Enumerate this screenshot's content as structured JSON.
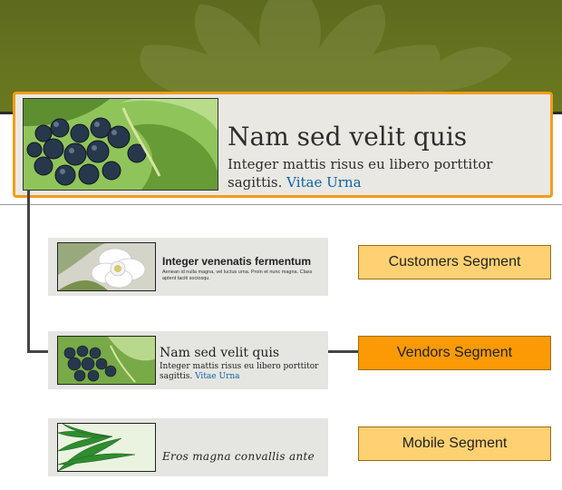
{
  "featured": {
    "title": "Nam sed velit quis",
    "text": "Integer mattis risus eu libero porttitor sagittis.",
    "link": "Vitae Urna"
  },
  "cards": [
    {
      "title": "Integer venenatis fermentum",
      "text": "Aenean id nulla magna, vel luctus urna. Proin et nunc magna. Class aptent taciti sociosqu.",
      "image": "white-flower"
    },
    {
      "title": "Nam sed velit quis",
      "text": "Integer mattis risus eu libero porttitor sagittis.",
      "link": "Vitae Urna",
      "image": "grapes"
    },
    {
      "text": "Eros magna convallis ante",
      "image": "leaves"
    }
  ],
  "segments": [
    {
      "label": "Customers Segment",
      "active": false
    },
    {
      "label": "Vendors Segment",
      "active": true
    },
    {
      "label": "Mobile Segment",
      "active": false
    }
  ],
  "colors": {
    "header": "#66741f",
    "accent": "#f49c17",
    "segment": "#ffd172",
    "segment_active": "#fb9a04",
    "link": "#0e63a7"
  }
}
